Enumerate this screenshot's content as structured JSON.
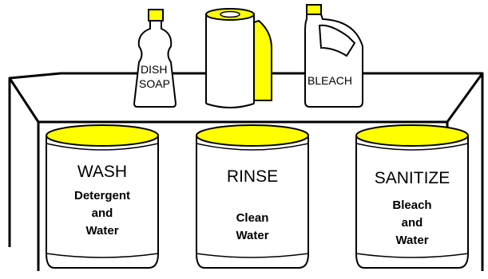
{
  "colors": {
    "lid": "#ffff00",
    "outline": "#000000",
    "background": "#ffffff"
  },
  "items": {
    "dish_soap": {
      "line1": "DISH",
      "line2": "SOAP",
      "icon": "dish-soap-bottle"
    },
    "paper_towel": {
      "icon": "paper-towel-roll"
    },
    "bleach": {
      "label": "BLEACH",
      "icon": "bleach-jug"
    }
  },
  "buckets": [
    {
      "title": "WASH",
      "lines": [
        "Detergent",
        "and",
        "Water"
      ]
    },
    {
      "title": "RINSE",
      "lines": [
        "Clean",
        "Water"
      ]
    },
    {
      "title": "SANITIZE",
      "lines": [
        "Bleach",
        "and",
        "Water"
      ]
    }
  ]
}
